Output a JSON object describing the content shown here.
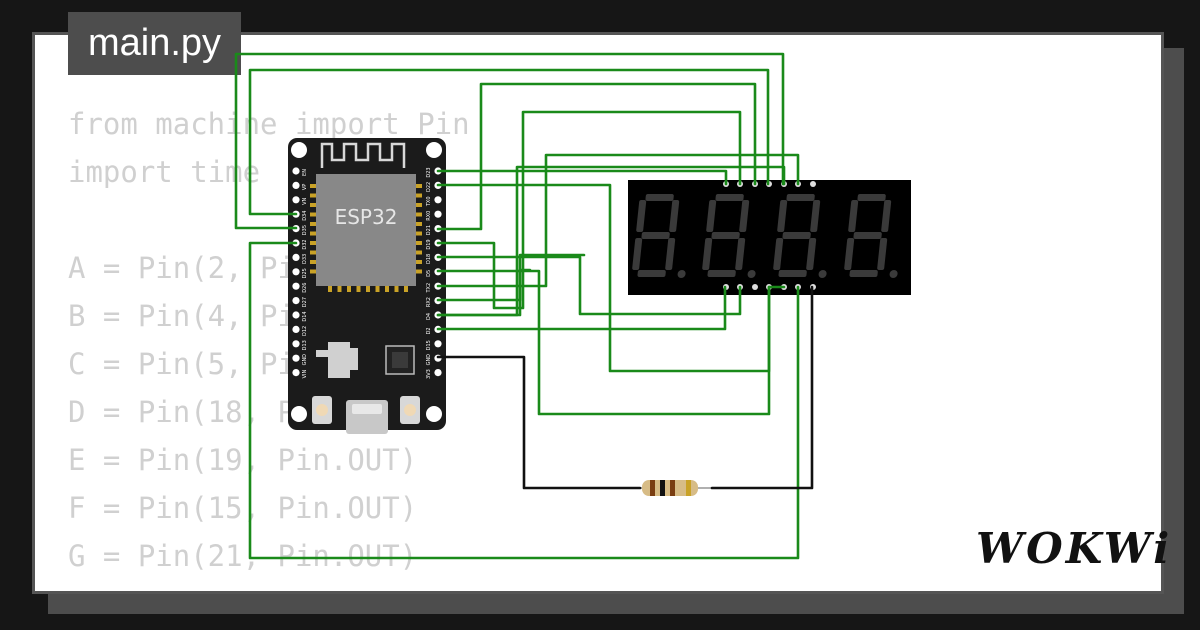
{
  "tab": {
    "filename": "main.py"
  },
  "code": {
    "lines": [
      "from machine import Pin",
      "import time",
      "",
      "A = Pin(2, Pin.OUT)",
      "B = Pin(4, Pin.OUT)",
      "C = Pin(5, Pin.OUT)",
      "D = Pin(18, Pin.OUT)",
      "E = Pin(19, Pin.OUT)",
      "F = Pin(15, Pin.OUT)",
      "G = Pin(21, Pin.OUT)"
    ]
  },
  "board": {
    "name": "ESP32",
    "left_pins": [
      "EN",
      "VP",
      "VN",
      "D34",
      "D35",
      "D32",
      "D33",
      "D25",
      "D26",
      "D27",
      "D14",
      "D12",
      "D13",
      "GND",
      "VIN"
    ],
    "right_pins": [
      "D23",
      "D22",
      "TX0",
      "RX0",
      "D21",
      "D19",
      "D18",
      "D5",
      "TX2",
      "RX2",
      "D4",
      "D2",
      "D15",
      "GND",
      "3V3"
    ]
  },
  "colors": {
    "wire": "#1a8a1a",
    "gnd_wire": "#111111",
    "board": "#1b1b1b",
    "module": "#888888",
    "display": "#000000",
    "segment_off": "#3a3a3a"
  },
  "logo": {
    "text": "WOKWi"
  }
}
